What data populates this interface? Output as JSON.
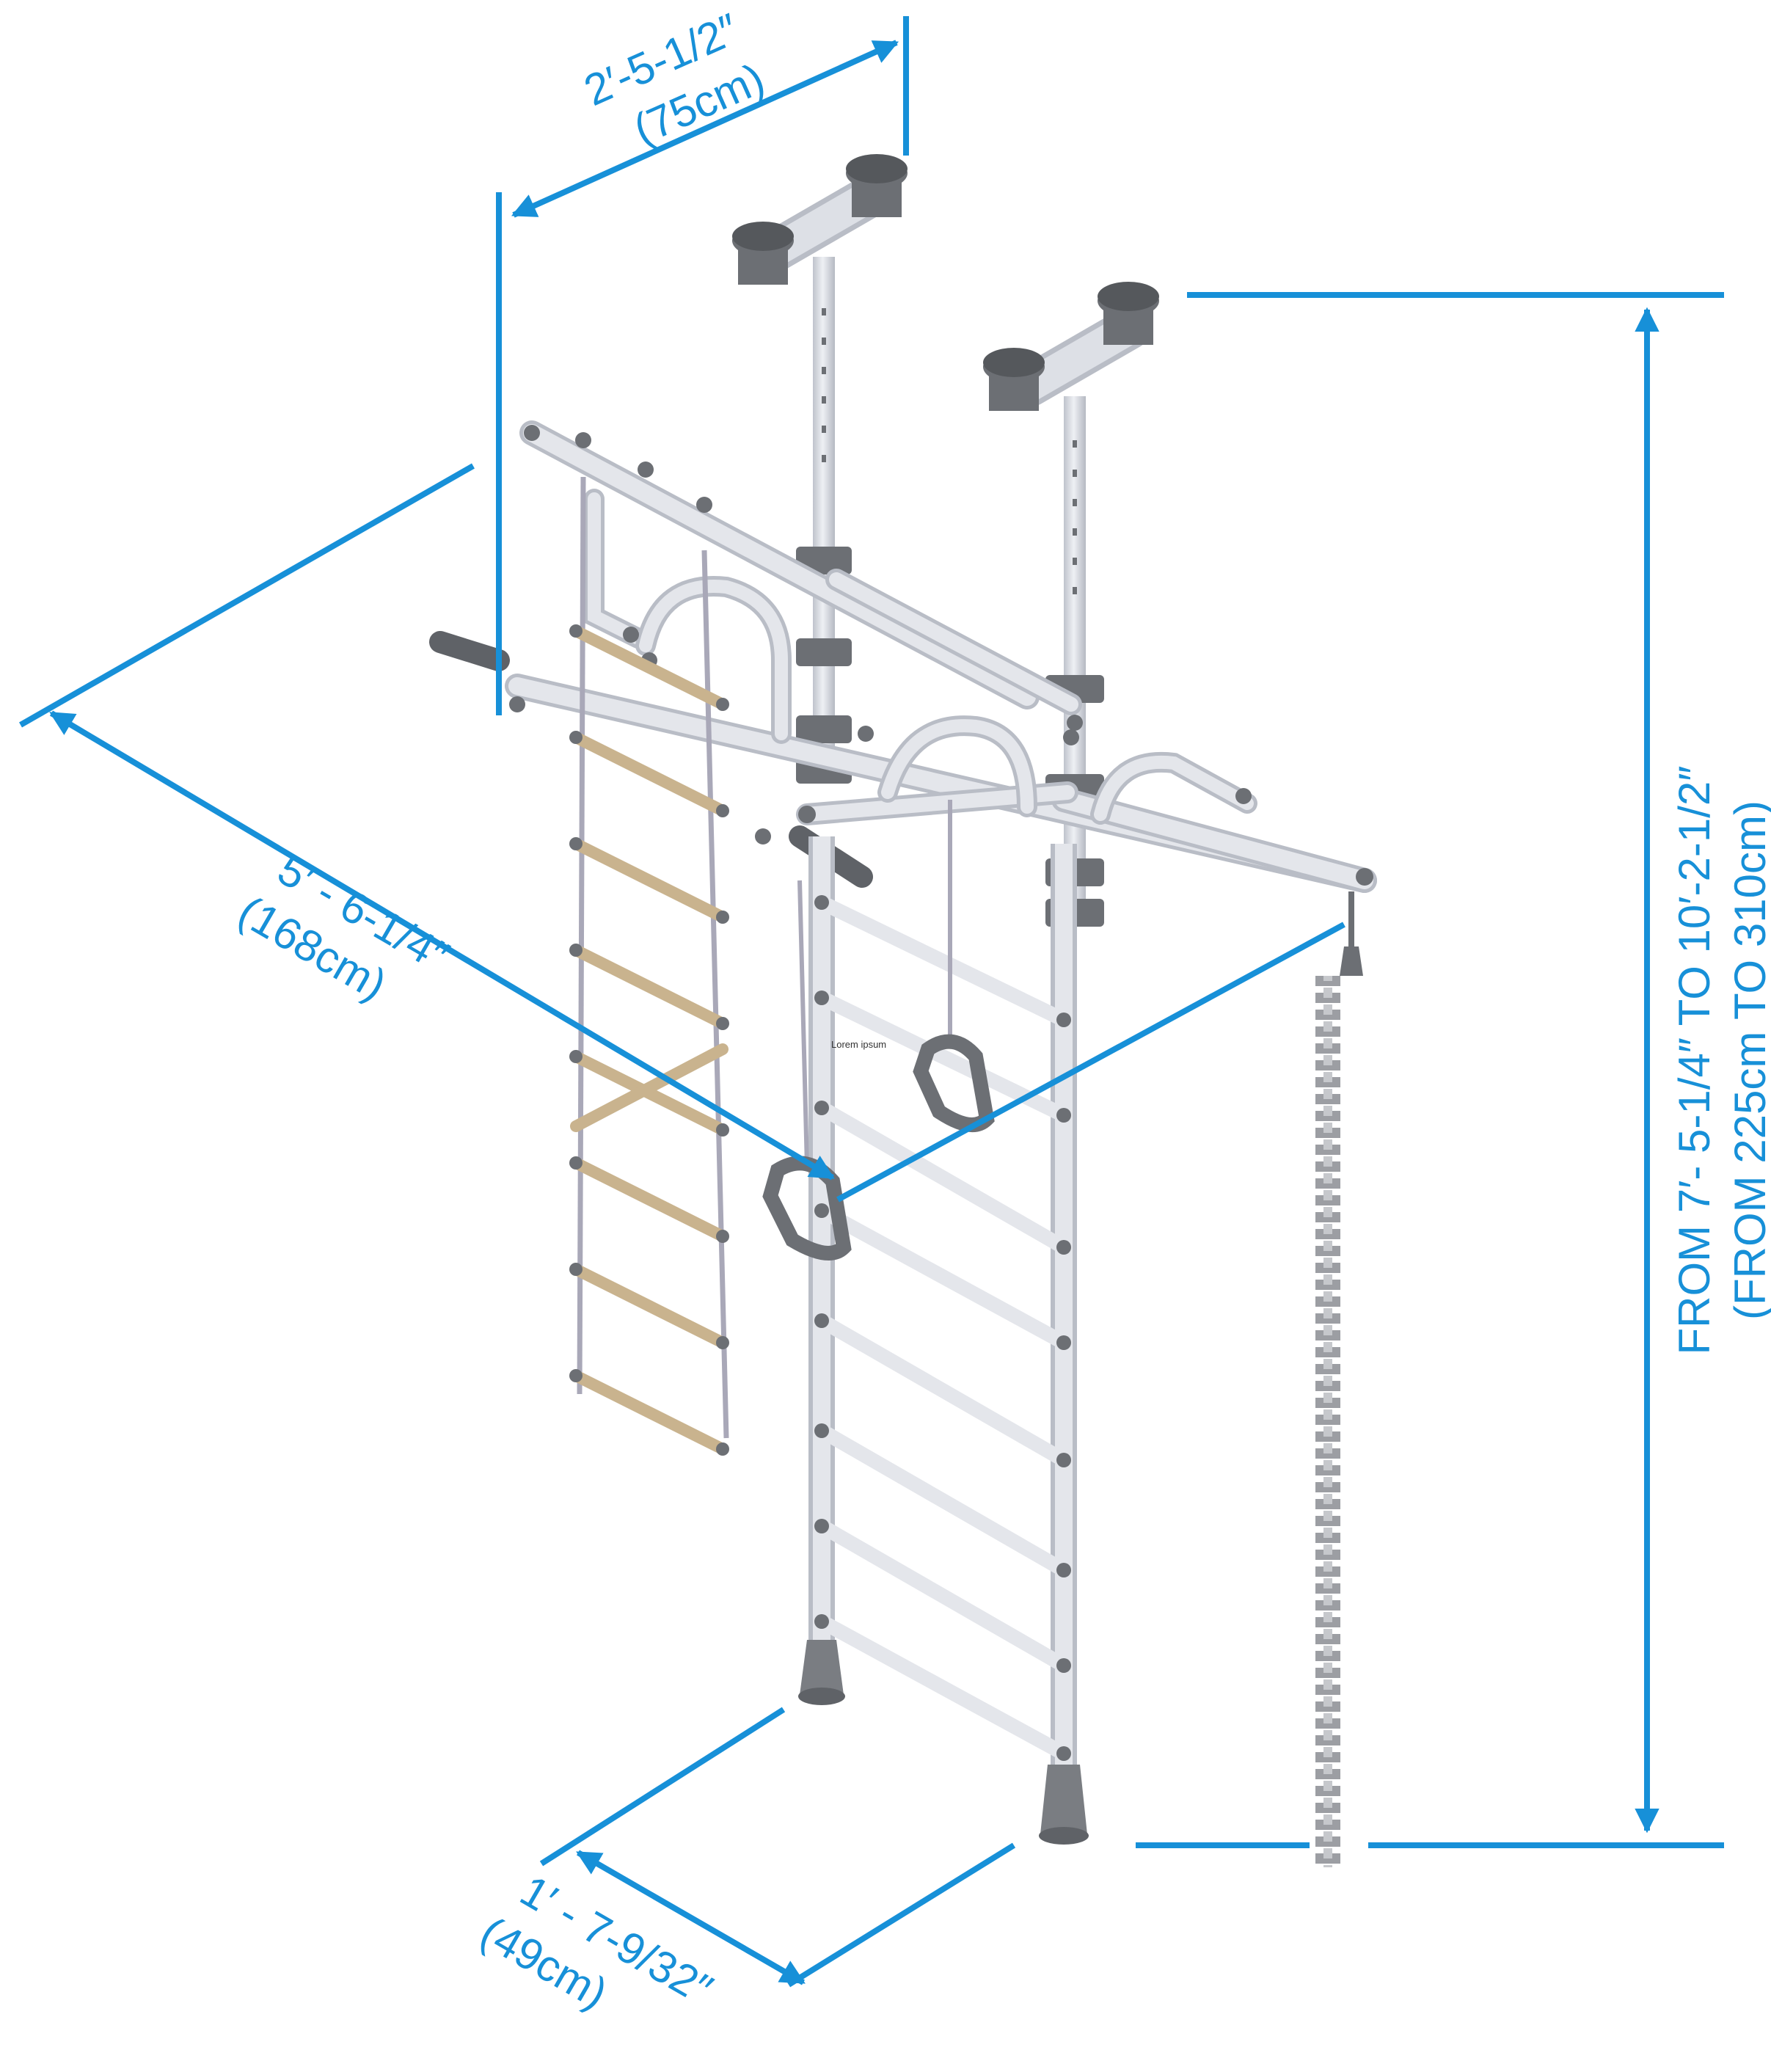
{
  "colors": {
    "dimension": "#1790d8",
    "frame": "#d9dce3",
    "frame_shade": "#b9bdc6",
    "fitting": "#6c6f74",
    "grip": "#5f6267",
    "wood": "#c9b38e",
    "rope": "#a9a8b8"
  },
  "dimensions": {
    "top_width": {
      "imperial": "2′-5-1/2″",
      "metric": "(75cm)"
    },
    "depth": {
      "imperial": "5′ - 6-1/4″",
      "metric": "(168cm)"
    },
    "base_width": {
      "imperial": "1′ - 7-9/32″",
      "metric": "(49cm)"
    },
    "height": {
      "imperial": "FROM 7′- 5-1/4″ TO 10′-2-1/2″",
      "metric": "(FROM 225cm TO 310cm)"
    }
  },
  "placeholder_label": "Lorem ipsum"
}
